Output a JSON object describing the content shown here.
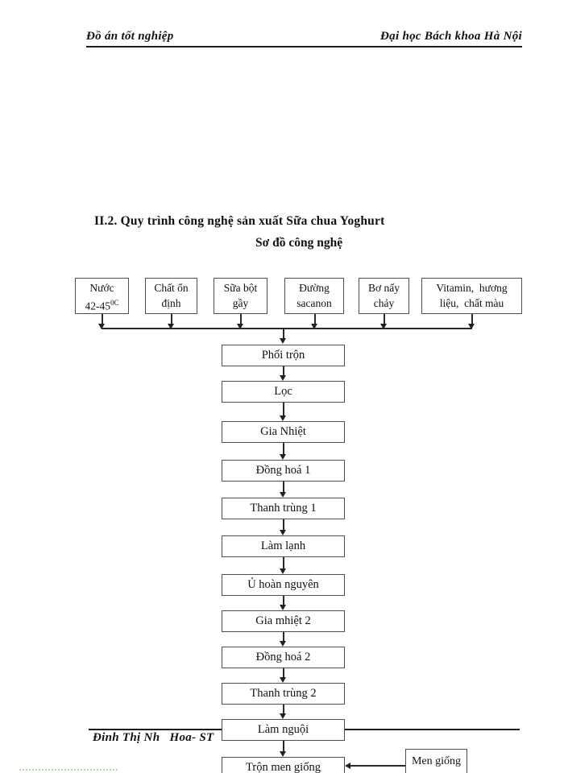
{
  "header": {
    "left": "Đồ án tốt nghiệp",
    "right": "Đại học Bách khoa Hà Nội"
  },
  "section": {
    "title": "II.2. Quy trình công nghệ sản xuất Sữa chua Yoghurt",
    "subtitle": "Sơ đồ công nghệ"
  },
  "flowchart": {
    "ingredients": [
      {
        "line1": "Nước",
        "line2": "42-45",
        "sup": "0C"
      },
      {
        "line1": "Chất ổn",
        "line2": "định"
      },
      {
        "line1": "Sữa bột",
        "line2": "gầy"
      },
      {
        "line1": "Đường",
        "line2": "sacanon"
      },
      {
        "line1": "Bơ nấy",
        "line2": "chảy"
      },
      {
        "line1": "Vitamin,  hương",
        "line2": "liệu,  chất màu"
      }
    ],
    "steps": [
      "Phối trộn",
      "Lọc",
      "Gia Nhiệt",
      "Đồng hoá 1",
      "Thanh trùng 1",
      "Làm lạnh",
      "Ủ hoàn nguyên",
      "Gia mhiệt 2",
      "Đồng hoá 2",
      "Thanh trùng 2",
      "Làm nguội",
      "Trộn men giống"
    ],
    "side_input": "Men giống"
  },
  "footer": {
    "author": "Đinh Thị Nh   Hoa- ST"
  },
  "colors": {
    "line": "#2a2a2a",
    "box_border": "#4f4f4f",
    "page_background": "#ffffff",
    "artifact_dots": "#b9ddba"
  }
}
